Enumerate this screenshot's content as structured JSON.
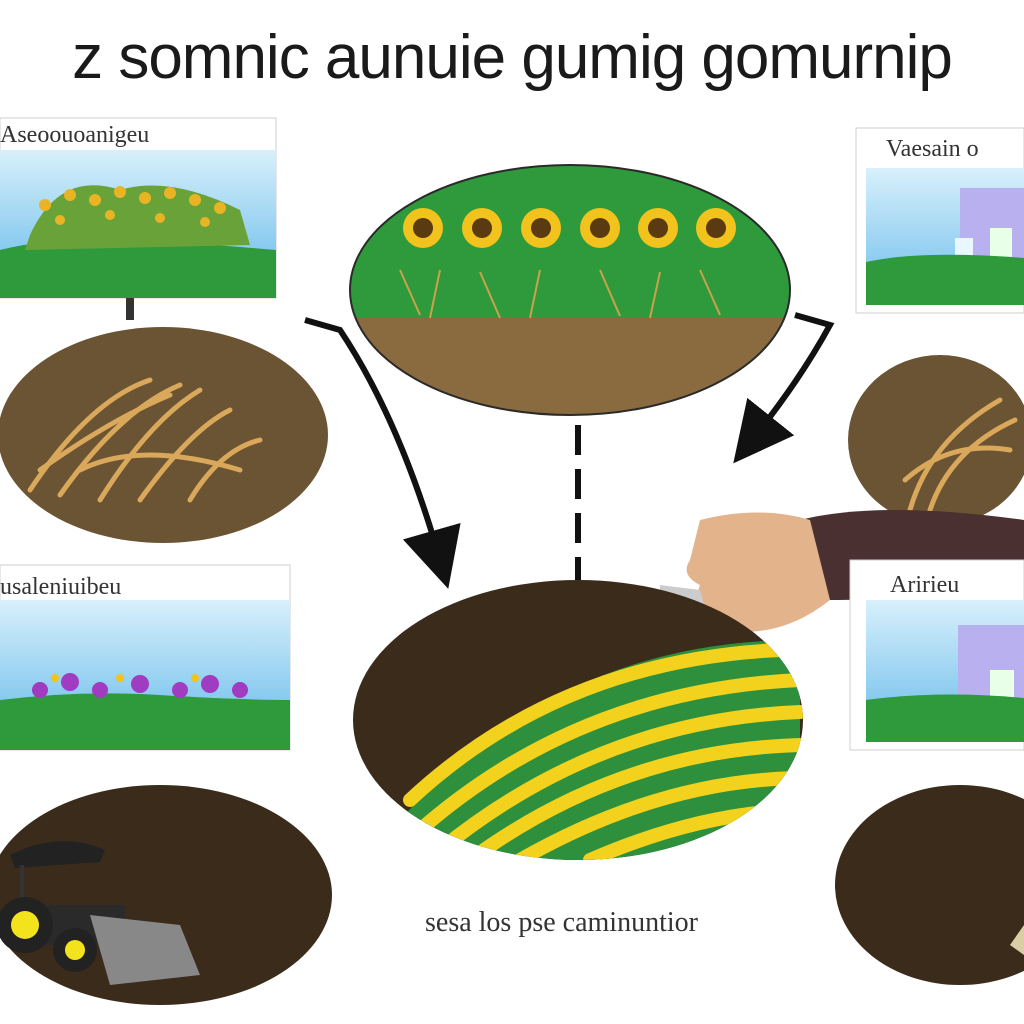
{
  "title": "z somnic aunuie gumig gomurnip",
  "panels": {
    "top_left_label": "Aseoouoanigeu",
    "top_right_label": "Vaesain o",
    "mid_left_label": "usaleniuibeu",
    "mid_right_label": "Aririeu",
    "caption": "sesa los pse caminuntior"
  },
  "colors": {
    "grass": "#2e9a3c",
    "soil": "#6b5434",
    "dark_soil": "#3b2b1b",
    "sunflower": "#f2c31c",
    "sky": "#8fd0f0",
    "straw": "#d9a85a"
  },
  "icons": [
    "sunflower-icon",
    "tractor-icon",
    "hand-icon",
    "arrow-icon"
  ]
}
